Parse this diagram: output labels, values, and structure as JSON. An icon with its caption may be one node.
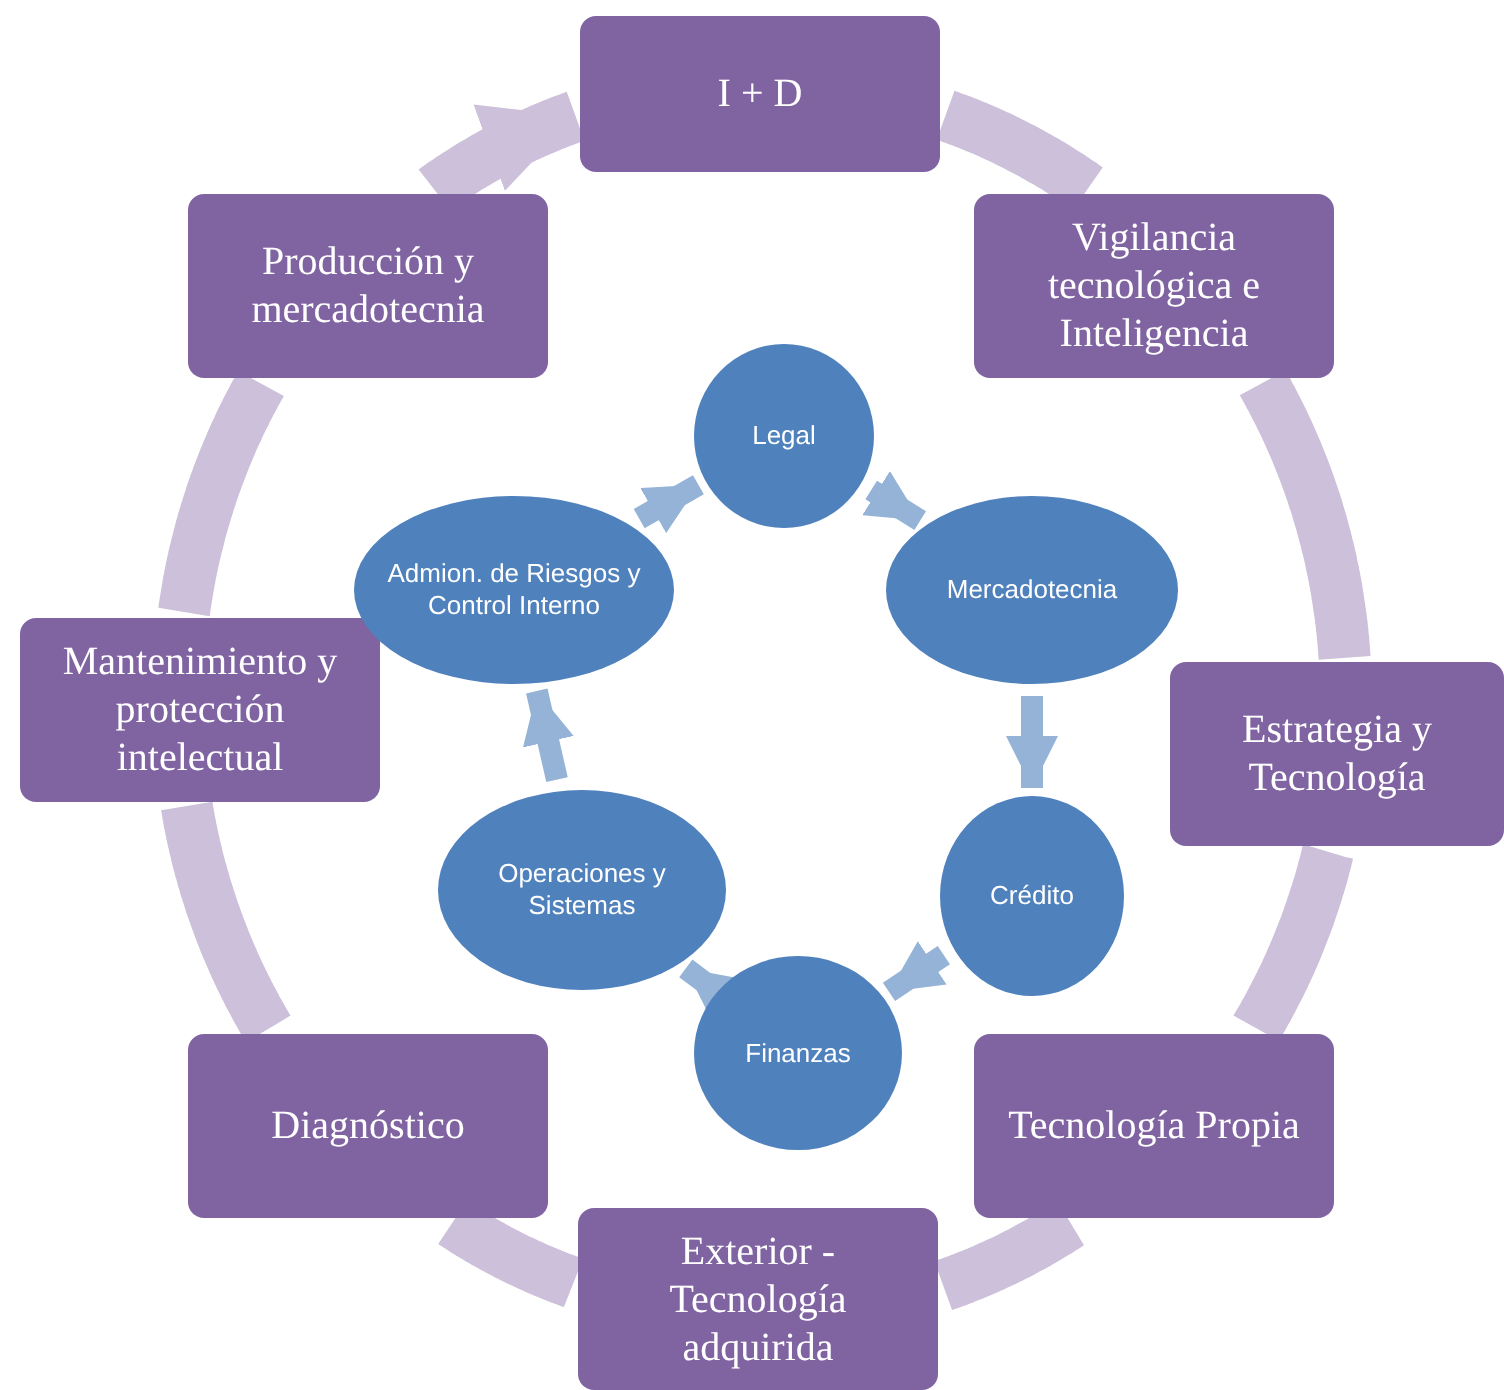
{
  "diagram": {
    "nodes": [
      {
        "text": [
          "I + D"
        ]
      },
      {
        "text": [
          "Vigilancia tecnológica e Inteligencia"
        ]
      },
      {
        "text": [
          "Estrategia y Tecnología"
        ]
      },
      {
        "text": [
          "Tecnología Propia"
        ]
      },
      {
        "text": [
          "Exterior - Tecnología adquirida"
        ]
      },
      {
        "text": [
          "Diagnóstico"
        ]
      },
      {
        "text": [
          "Mantenimiento y protección intelectual"
        ]
      },
      {
        "text": [
          "Producción y mercadotecnia"
        ]
      },
      {
        "text": [
          "Legal"
        ]
      },
      {
        "text": [
          "Mercadotecnia"
        ]
      },
      {
        "text": [
          "Crédito"
        ]
      },
      {
        "text": [
          "Finanzas"
        ]
      },
      {
        "text": [
          "Operaciones y Sistemas"
        ]
      },
      {
        "text": [
          "Admion. de Riesgos y Control Interno"
        ]
      }
    ],
    "edges": [
      {
        "from": 0,
        "to": 1,
        "arrow": "none"
      },
      {
        "from": 1,
        "to": 2,
        "arrow": "none"
      },
      {
        "from": 2,
        "to": 3,
        "arrow": "none"
      },
      {
        "from": 3,
        "to": 4,
        "arrow": "none"
      },
      {
        "from": 4,
        "to": 5,
        "arrow": "none"
      },
      {
        "from": 5,
        "to": 6,
        "arrow": "none"
      },
      {
        "from": 6,
        "to": 7,
        "arrow": "none"
      },
      {
        "from": 7,
        "to": 0,
        "arrow": "to"
      },
      {
        "from": 8,
        "to": 9,
        "arrow": "to",
        "color": "#95b3d7"
      },
      {
        "from": 9,
        "to": 10,
        "arrow": "to",
        "color": "#95b3d7"
      },
      {
        "from": 10,
        "to": 11,
        "arrow": "to",
        "color": "#95b3d7"
      },
      {
        "from": 11,
        "to": 12,
        "arrow": "to",
        "color": "#95b3d7"
      },
      {
        "from": 12,
        "to": 13,
        "arrow": "to",
        "color": "#95b3d7"
      },
      {
        "from": 13,
        "to": 8,
        "arrow": "to",
        "color": "#95b3d7"
      }
    ]
  }
}
